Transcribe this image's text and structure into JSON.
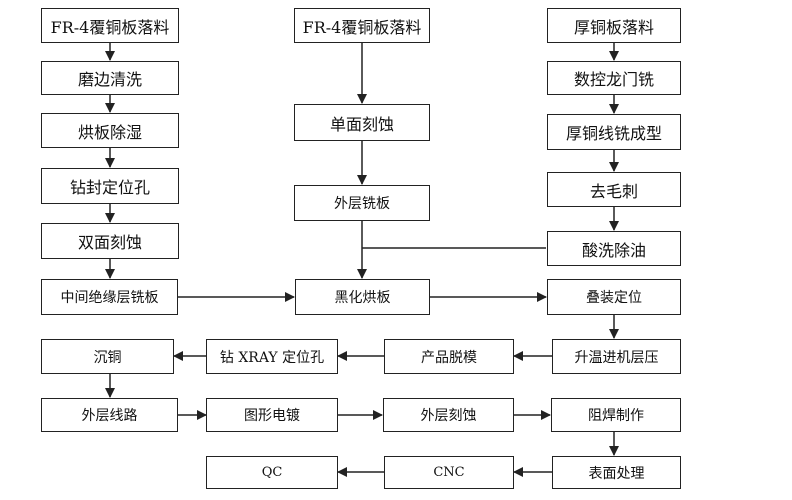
{
  "colors": {
    "line": "#222222",
    "box_fill": "#ffffff",
    "text": "#111111"
  },
  "steps": {
    "c1_material": "FR-4覆铜板落料",
    "c1_edge_clean": "磨边清洗",
    "c1_bake": "烘板除湿",
    "c1_drill_locating": "钻封定位孔",
    "c1_double_etch": "双面刻蚀",
    "c1_mid_insulation_mill": "中间绝缘层铣板",
    "c2_material": "FR-4覆铜板落料",
    "c2_single_etch": "单面刻蚀",
    "c2_outer_mill": "外层铣板",
    "c2_blacken_bake": "黑化烘板",
    "c3_material": "厚铜板落料",
    "c3_cnc_gantry": "数控龙门铣",
    "c3_thick_wire_mill": "厚铜线铣成型",
    "c3_deburr": "去毛刺",
    "c3_acid_degrease": "酸洗除油",
    "c3_stack_locate": "叠装定位",
    "c3_heat_press": "升温进机层压",
    "r_demold": "产品脱模",
    "r_xray_drill": "钻 XRAY 定位孔",
    "r_copper_sink": "沉铜",
    "r_outer_circuit": "外层线路",
    "r_pattern_plating": "图形电镀",
    "r_outer_etch": "外层刻蚀",
    "r_solder_mask": "阻焊制作",
    "r_surface_finish": "表面处理",
    "r_cnc": "CNC",
    "r_qc": "QC"
  }
}
